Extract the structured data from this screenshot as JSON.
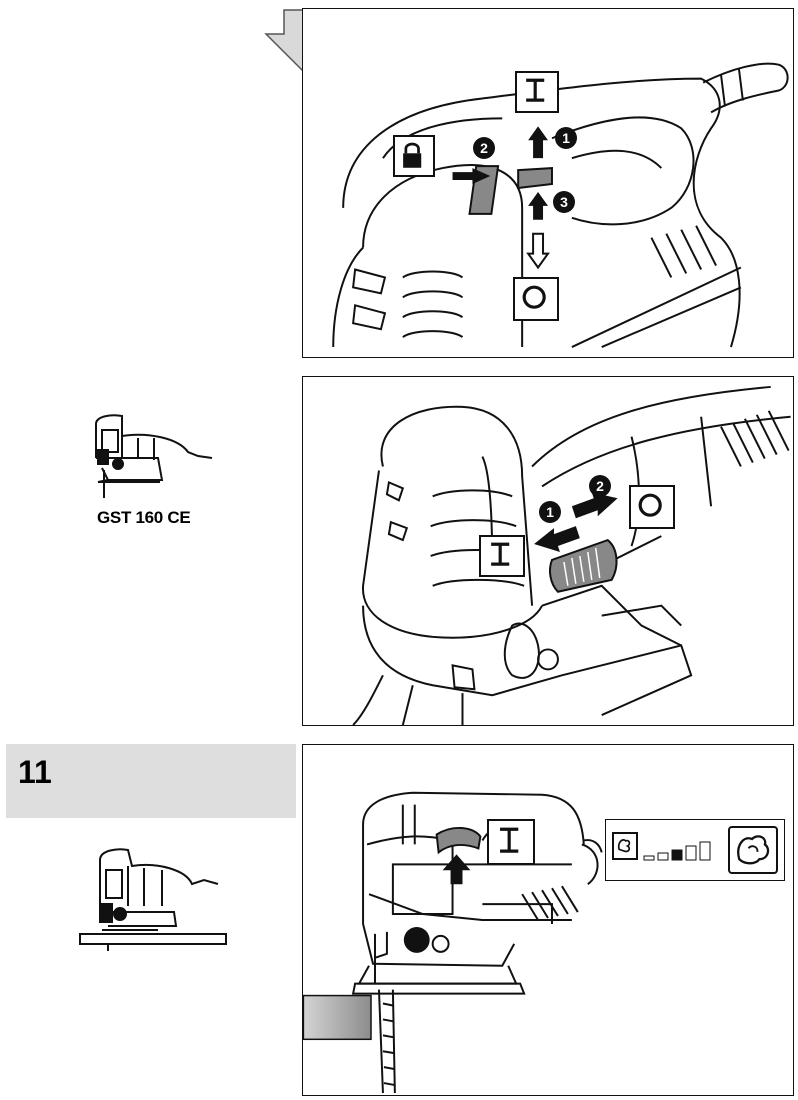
{
  "section": {
    "number": "11"
  },
  "model": {
    "label": "GST 160 CE"
  },
  "panels": [
    {
      "id": "panel-1",
      "badges": [
        "1",
        "2",
        "3"
      ],
      "symbols": [
        "on-I-icon",
        "lock-icon",
        "off-O-icon"
      ]
    },
    {
      "id": "panel-2",
      "badges": [
        "1",
        "2"
      ],
      "symbols": [
        "on-I-icon",
        "off-O-icon"
      ]
    },
    {
      "id": "panel-3",
      "symbols": [
        "on-I-icon",
        "stroke-speed-low-icon",
        "stroke-speed-high-icon"
      ]
    }
  ],
  "colors": {
    "line": "#111111",
    "header_bg": "#dedede",
    "switch_gray": "#888888"
  }
}
